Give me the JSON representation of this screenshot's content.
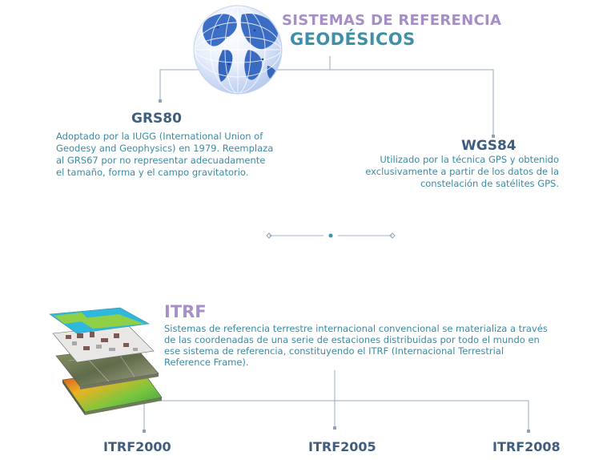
{
  "header": {
    "title_line1": "SISTEMAS DE REFERENCIA",
    "title_line2": "GEODÉSICOS"
  },
  "grs80": {
    "title": "GRS80",
    "description": "Adoptado por la IUGG (International Union of Geodesy and Geophysics) en 1979. Reemplaza al GRS67 por no representar adecuadamente el tamaño, forma y el campo gravitatorio."
  },
  "wgs84": {
    "title": "WGS84",
    "description": "Utilizado por la técnica GPS y obtenido exclusivamente a partir de los datos de la constelación de satélites GPS."
  },
  "itrf": {
    "title": "ITRF",
    "description": "Sistemas de referencia terrestre internacional convencional se materializa a través de las coordenadas de una serie de estaciones distribuidas por todo el mundo en ese sistema de referencia, constituyendo el ITRF (Internacional Terrestrial Reference Frame)."
  },
  "versions": [
    "ITRF2000",
    "ITRF2005",
    "ITRF2008"
  ],
  "icons": [
    "globe-icon",
    "map-layers-icon"
  ],
  "colors": {
    "title_purple": "#a58ec6",
    "title_teal": "#3e8fa8",
    "heading_navy": "#3f5e7d",
    "body_teal": "#3b8aa3",
    "connector": "#9aa9bf"
  }
}
